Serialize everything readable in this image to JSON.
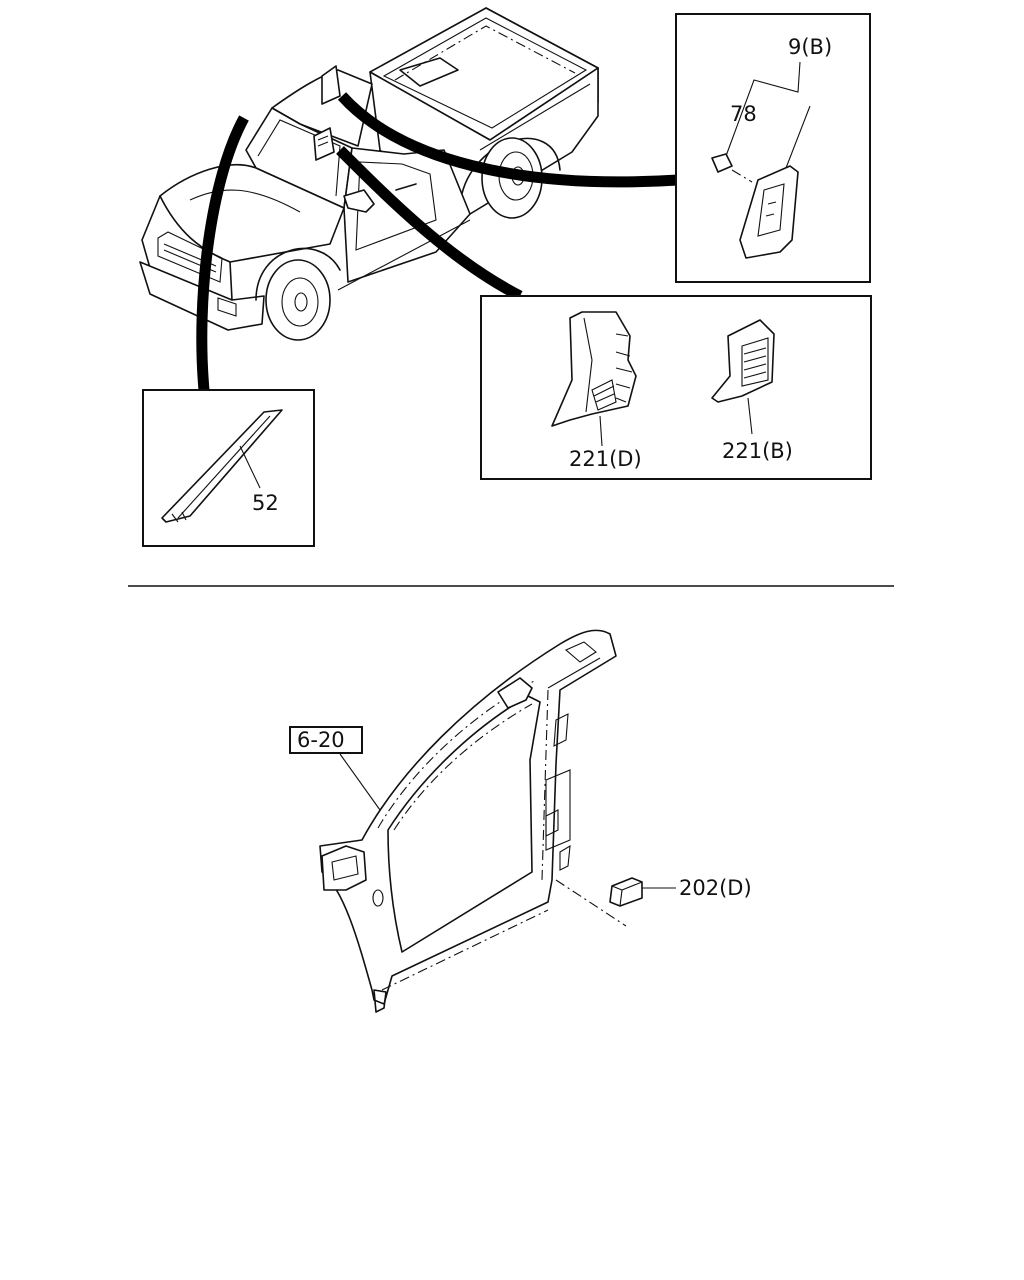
{
  "callouts": {
    "pillar_trim_upper": "9(B)",
    "clip": "78",
    "front_pillar_trim": "52",
    "center_pillar_trim_d": "221(D)",
    "center_pillar_trim_b": "221(B)",
    "body_side_reference": "6-20",
    "plug": "202(D)"
  }
}
